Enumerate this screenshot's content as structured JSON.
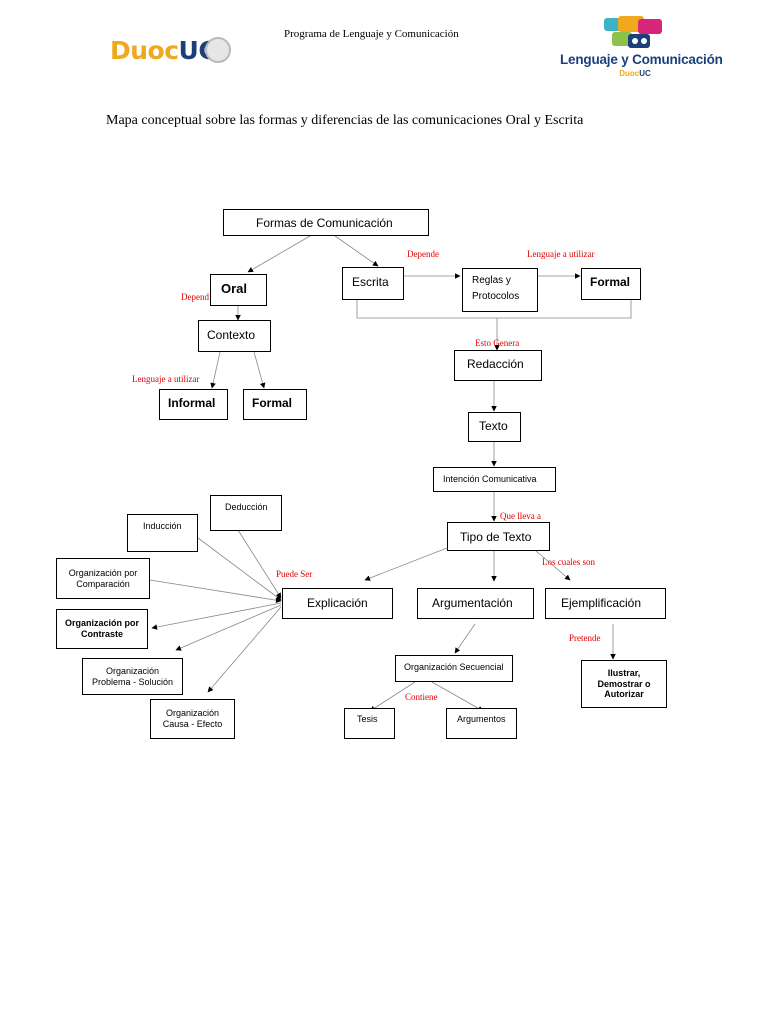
{
  "header": {
    "program_title": "Programa de Lenguaje y Comunicación",
    "logo_left_a": "Duoc",
    "logo_left_b": "UC",
    "logo_right": "Lenguaje y Comunicación",
    "logo_right_sub_a": "Duoc",
    "logo_right_sub_b": "UC"
  },
  "doc": {
    "title": "Mapa conceptual sobre las formas y diferencias de las comunicaciones Oral y Escrita"
  },
  "nodes": {
    "formas": "Formas de Comunicación",
    "oral": "Oral",
    "escrita": "Escrita",
    "reglas_l1": "Reglas y",
    "reglas_l2": "Protocolos",
    "formal_escrita": "Formal",
    "contexto": "Contexto",
    "informal": "Informal",
    "formal_oral": "Formal",
    "redaccion": "Redacción",
    "texto": "Texto",
    "intencion": "Intención Comunicativa",
    "tipo_texto": "Tipo de Texto",
    "explicacion": "Explicación",
    "argumentacion": "Argumentación",
    "ejemplificacion": "Ejemplificación",
    "deduccion": "Deducción",
    "induccion": "Inducción",
    "org_comp_l1": "Organización por",
    "org_comp_l2": "Comparación",
    "org_contr_l1": "Organización por",
    "org_contr_l2": "Contraste",
    "org_prob_l1": "Organización",
    "org_prob_l2": "Problema - Solución",
    "org_causa_l1": "Organización",
    "org_causa_l2": "Causa - Efecto",
    "org_secuencial": "Organización Secuencial",
    "tesis": "Tesis",
    "argumentos": "Argumentos",
    "ilustrar_l1": "Ilustrar,",
    "ilustrar_l2": "Demostrar o",
    "ilustrar_l3": "Autorizar"
  },
  "labels": {
    "depende_escrita": "Depende",
    "lenguaje_escrita": "Lenguaje a utilizar",
    "depende_oral": "Depend",
    "lenguaje_oral": "Lenguaje a utilizar",
    "esto_genera": "Esto Genera",
    "que_lleva": "Que lleva a",
    "puede_ser": "Puede Ser",
    "los_cuales": "Los cuales son",
    "pretende": "Pretende",
    "contiene": "Contiene"
  },
  "colors": {
    "label_red": "#e00000",
    "brand_blue": "#1c3f7a",
    "brand_orange": "#f0a81c"
  }
}
